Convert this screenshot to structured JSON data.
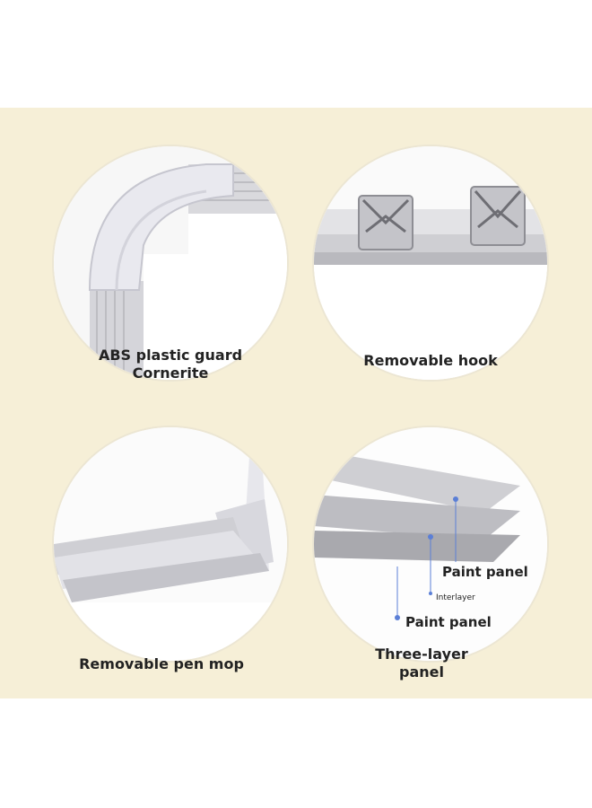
{
  "features": [
    {
      "id": "corner",
      "caption_lines": [
        "ABS plastic guard",
        "Cornerite"
      ]
    },
    {
      "id": "hook",
      "caption_lines": [
        "Removable hook"
      ]
    },
    {
      "id": "pen",
      "caption_lines": [
        "Removable pen mop"
      ]
    },
    {
      "id": "layers",
      "caption_lines": [
        "Three-layer",
        "panel"
      ]
    }
  ],
  "layer_labels": {
    "top": "Paint panel",
    "middle": "Interlayer",
    "bottom": "Paint panel"
  },
  "colors": {
    "background": "#f6efd7",
    "accent_dot": "#5b7fd6",
    "guard": "#d5d5dc",
    "frame": "#c8c8cc"
  }
}
